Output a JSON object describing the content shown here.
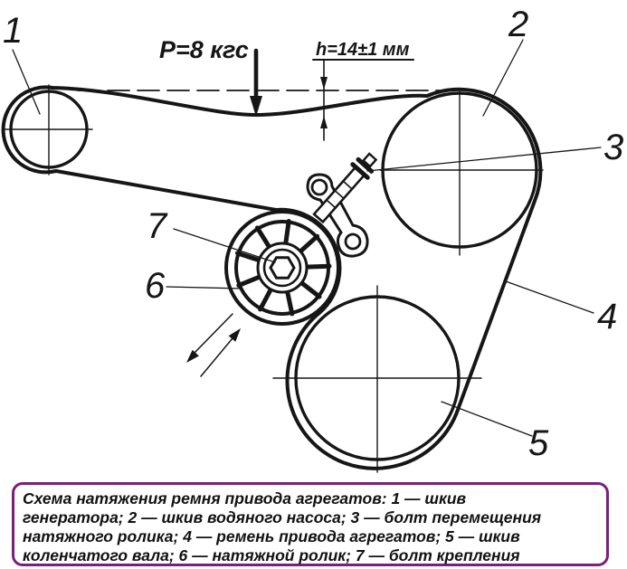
{
  "figure": {
    "force_label": "P=8 кгс",
    "deflection_label": "h=14±1 мм",
    "callouts": {
      "generator_pulley": "1",
      "water_pump_pulley": "2",
      "tensioner_move_bolt": "3",
      "drive_belt": "4",
      "crankshaft_pulley": "5",
      "tension_roller": "6",
      "roller_mount_bolt": "7"
    }
  },
  "caption": {
    "lines": [
      "Схема натяжения ремня привода агрегатов: 1 — шкив",
      "генератора; 2 — шкив водяного насоса; 3 — болт перемещения",
      "натяжного ролика; 4 — ремень привода агрегатов; 5 — шкив",
      "коленчатого вала; 6 — натяжной ролик; 7 — болт крепления"
    ]
  },
  "colors": {
    "line": "#161616",
    "caption_border": "#7b1e7c",
    "caption_text": "#111111",
    "background": "#ffffff"
  }
}
